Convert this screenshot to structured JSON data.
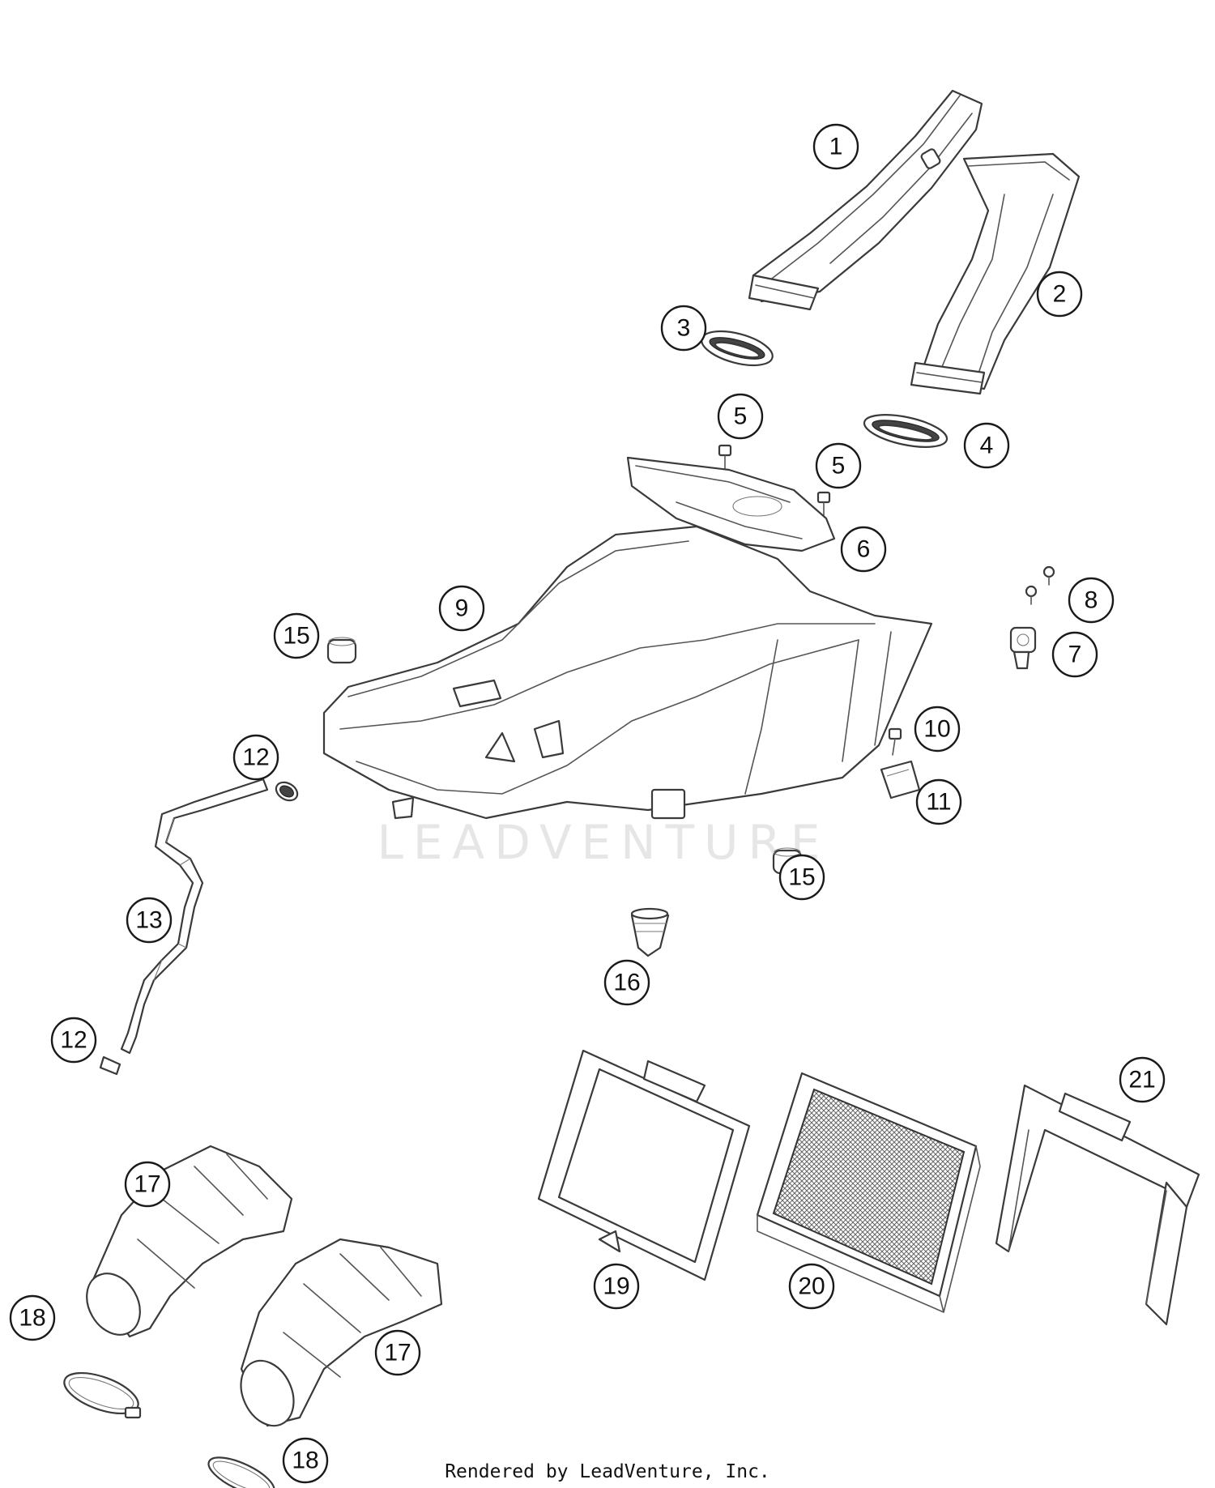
{
  "callouts": [
    "1",
    "2",
    "3",
    "4",
    "5",
    "5",
    "6",
    "7",
    "8",
    "9",
    "10",
    "11",
    "12",
    "12",
    "13",
    "15",
    "15",
    "16",
    "17",
    "17",
    "18",
    "18",
    "19",
    "20",
    "21"
  ],
  "watermark": "LEADVENTURE",
  "footer": "Rendered by LeadVenture, Inc."
}
